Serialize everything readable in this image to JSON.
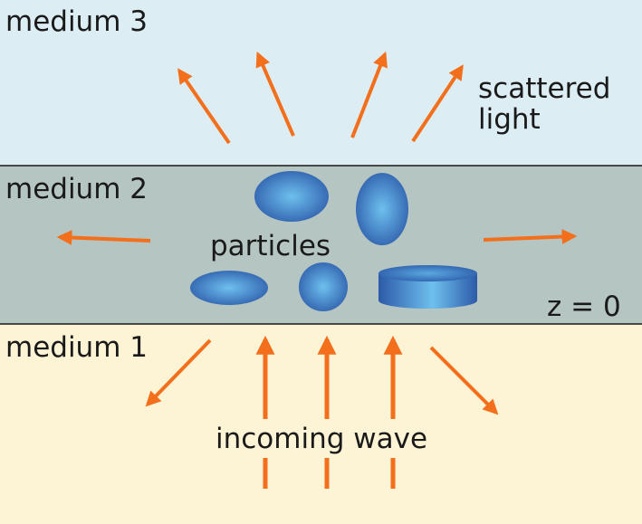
{
  "labels": {
    "medium3": "medium 3",
    "medium2": "medium 2",
    "medium1": "medium 1",
    "scattered_line1": "scattered",
    "scattered_line2": "light",
    "particles": "particles",
    "interface": "z = 0",
    "incoming": "incoming wave"
  },
  "colors": {
    "medium3": "#dcedf3",
    "medium2": "#b5c5c1",
    "medium1": "#fdf4d6",
    "arrow": "#f36f1c",
    "particle_dark": "#2c5aa8",
    "particle_light": "#6ec0ef"
  }
}
